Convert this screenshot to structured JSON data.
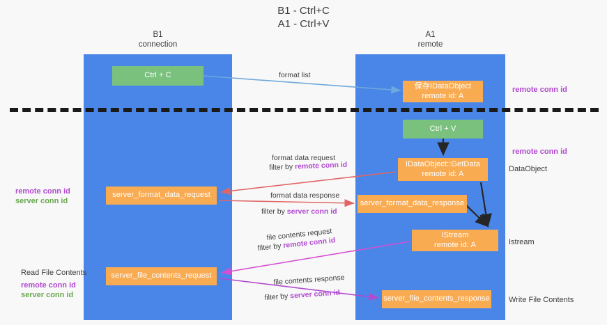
{
  "title": {
    "line1": "B1 - Ctrl+C",
    "line2": "A1 - Ctrl+V"
  },
  "lanes": [
    {
      "id": "b1",
      "name": "B1",
      "role": "connection",
      "color": "#4a86e8"
    },
    {
      "id": "a1",
      "name": "A1",
      "role": "remote",
      "color": "#4a86e8"
    }
  ],
  "nodes": {
    "ctrl_c": {
      "label": "Ctrl + C",
      "sub": "",
      "color": "#7bc17e"
    },
    "save_ido": {
      "label": "保存IDataObject",
      "sub": "remote id: A",
      "color": "#f9ab52"
    },
    "ctrl_v": {
      "label": "Ctrl + V",
      "sub": "",
      "color": "#7bc17e"
    },
    "getdata": {
      "label": "IDataObject::GetData",
      "sub": "remote id: A",
      "color": "#f9ab52"
    },
    "sfd_req": {
      "label": "server_format_data_request",
      "sub": "",
      "color": "#f9ab52"
    },
    "sfd_res": {
      "label": "server_format_data_response",
      "sub": "",
      "color": "#f9ab52"
    },
    "istream": {
      "label": "IStream",
      "sub": "remote id: A",
      "color": "#f9ab52"
    },
    "sfc_req": {
      "label": "server_file_contents_request",
      "sub": "",
      "color": "#f9ab52"
    },
    "sfc_res": {
      "label": "server_file_contents_response",
      "sub": "",
      "color": "#f9ab52"
    }
  },
  "edges": [
    {
      "id": "format_list",
      "line1": "format list",
      "line2": "",
      "color": "#6fa8dc"
    },
    {
      "id": "fd_request",
      "line1": "format data request",
      "line2_prefix": "filter by ",
      "line2_keyword": "remote conn id",
      "color": "#e06666"
    },
    {
      "id": "fd_response",
      "line1": "format data response",
      "line2_prefix": "filter by ",
      "line2_keyword": "server conn id",
      "color": "#e06666"
    },
    {
      "id": "fc_request",
      "line1": "file contents request",
      "line2_prefix": "filter by ",
      "line2_keyword": "remote conn id",
      "color": "#d44fd4"
    },
    {
      "id": "fc_response",
      "line1": "file contents response",
      "line2_prefix": "filter by ",
      "line2_keyword": "server conn id",
      "color": "#b14ad0"
    }
  ],
  "side_labels": {
    "remote_conn_id_top": "remote conn id",
    "remote_conn_id_middle": "remote conn id",
    "dataobject": "DataObject",
    "istream": "Istream",
    "write_file_contents": "Write File Contents",
    "read_file_contents": "Read File Contents",
    "left_remote": "remote conn id",
    "left_server": "server conn id"
  },
  "colors": {
    "lane": "#4a86e8",
    "green_node": "#7bc17e",
    "orange_node": "#f9ab52",
    "remote_keyword": "#b14ad0",
    "server_keyword_green": "#6aa84f",
    "separator": "#1a1a1a",
    "background": "#f8f8f8"
  }
}
